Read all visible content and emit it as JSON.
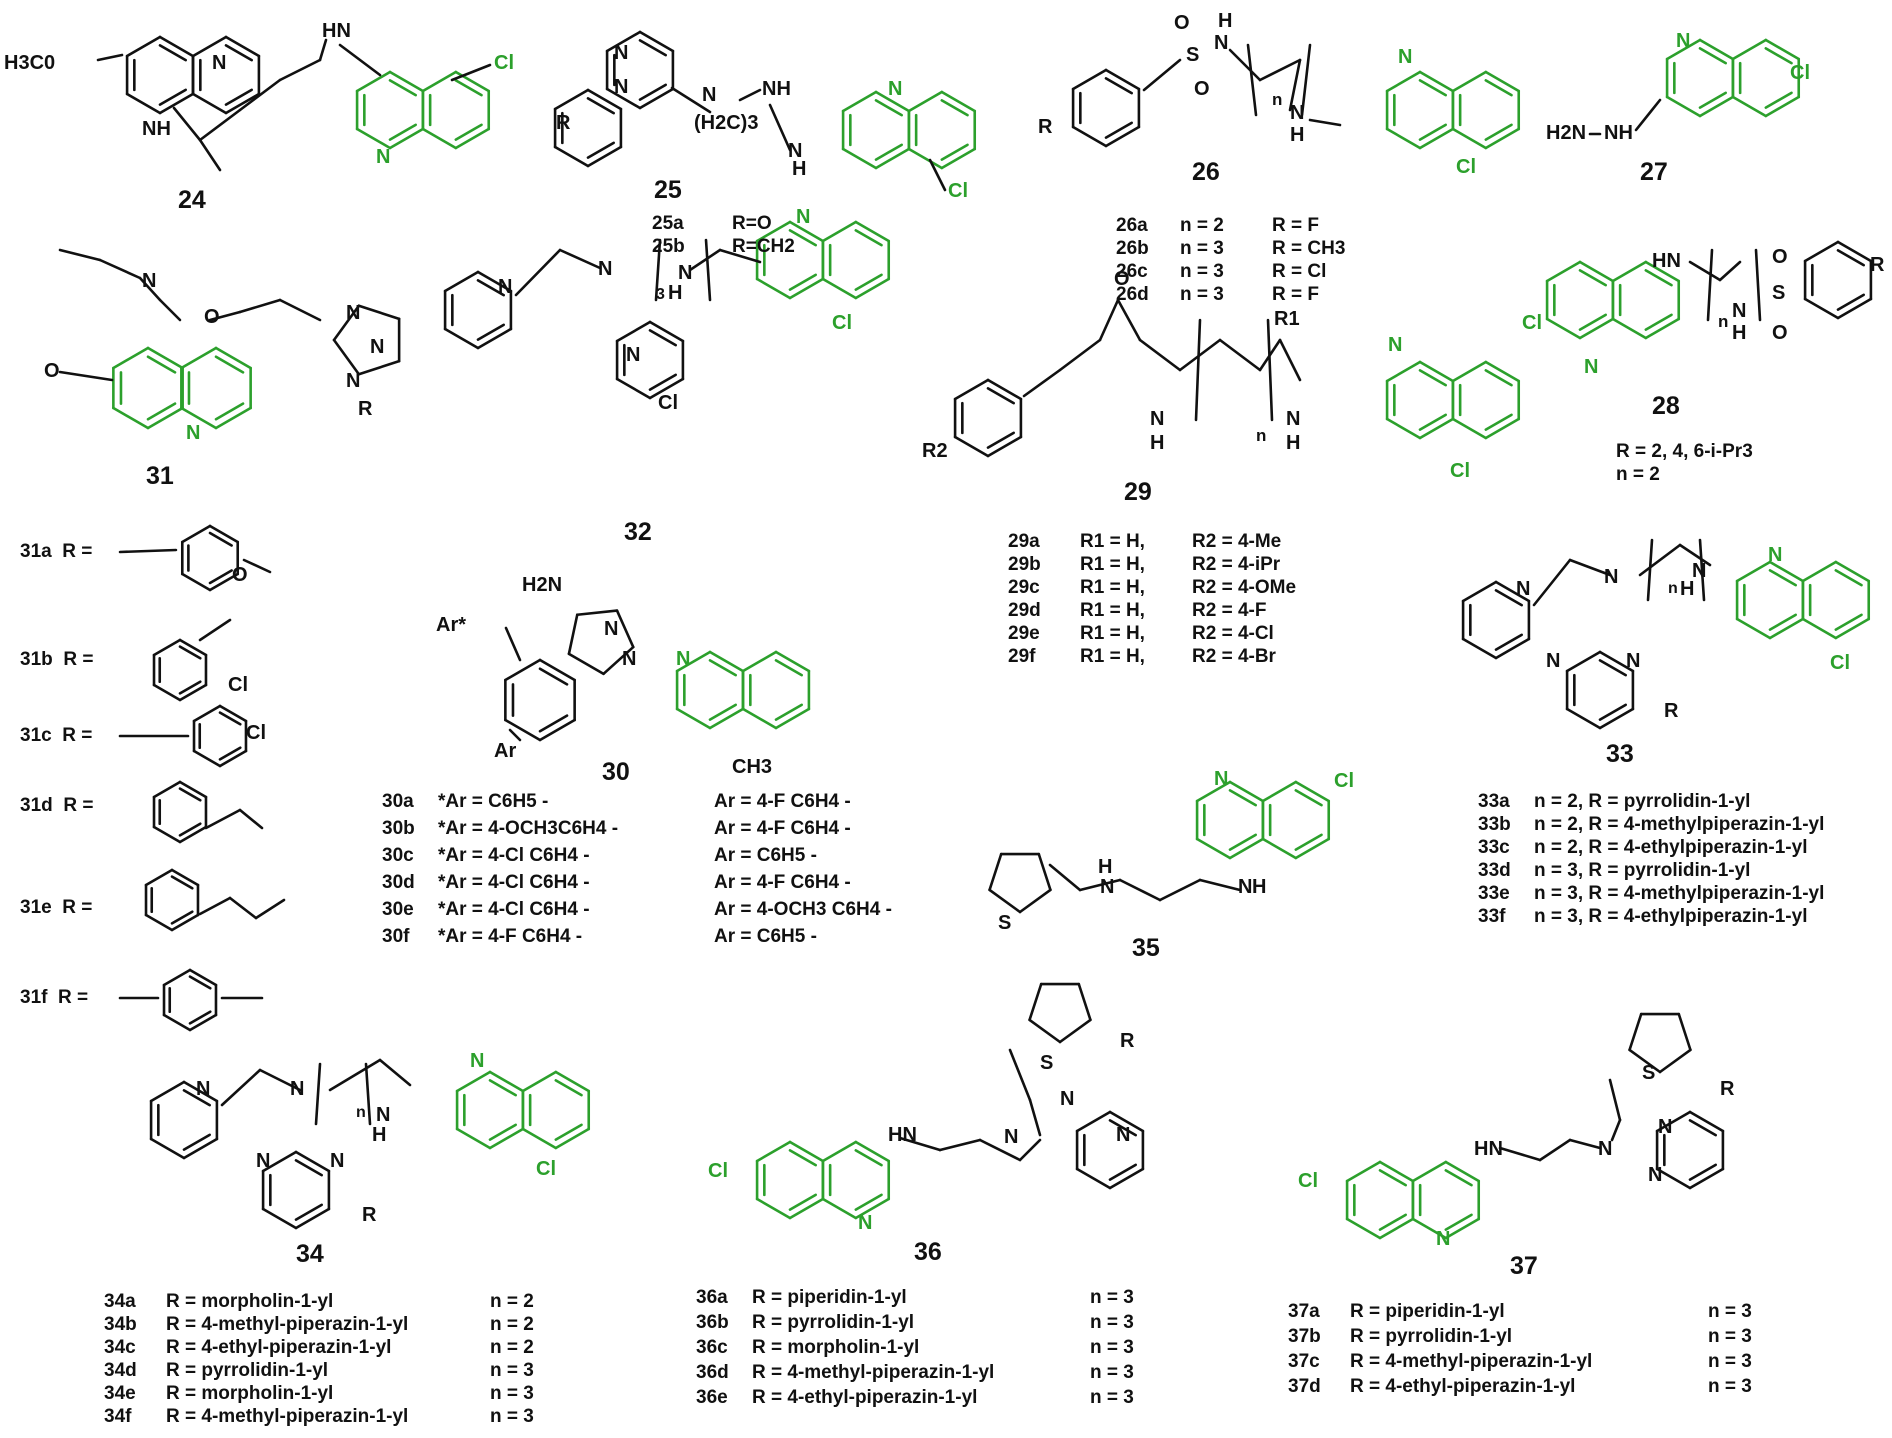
{
  "colors": {
    "ink": "#111111",
    "quinoline_highlight": "#2ca02c",
    "background": "#ffffff"
  },
  "compounds": {
    "c24": {
      "id": "24",
      "labels": [
        "H3C0",
        "N",
        "NH",
        "HN",
        "N",
        "Cl"
      ]
    },
    "c25": {
      "id": "25",
      "labels": [
        "N",
        "N",
        "N",
        "R",
        "NH",
        "(H2C)3",
        "N",
        "N",
        "H",
        "Cl"
      ]
    },
    "c26": {
      "id": "26",
      "labels": [
        "S",
        "O",
        "O",
        "H",
        "N",
        "R",
        "n",
        "N",
        "H",
        "N",
        "Cl"
      ]
    },
    "c27": {
      "id": "27",
      "labels": [
        "N",
        "H2N",
        "NH",
        "Cl"
      ]
    },
    "c28": {
      "id": "28",
      "labels": [
        "Cl",
        "HN",
        "n",
        "N",
        "H",
        "S",
        "O",
        "O",
        "R",
        "N"
      ]
    },
    "c29": {
      "id": "29",
      "labels": [
        "O",
        "R2",
        "N",
        "H",
        "n",
        "R1",
        "N",
        "H",
        "N",
        "Cl"
      ]
    },
    "c30": {
      "id": "30",
      "labels": [
        "H2N",
        "Ar*",
        "N",
        "N",
        "N",
        "Ar",
        "CH3"
      ]
    },
    "c31": {
      "id": "31",
      "labels": [
        "N",
        "O",
        "N",
        "N",
        "N",
        "R",
        "O",
        "N"
      ]
    },
    "c32": {
      "id": "32",
      "labels": [
        "N",
        "N",
        "3",
        "H",
        "N",
        "N",
        "N",
        "Cl",
        "Cl"
      ]
    },
    "c33": {
      "id": "33",
      "labels": [
        "N",
        "N",
        "n",
        "H",
        "N",
        "N",
        "N",
        "R",
        "N",
        "Cl"
      ]
    },
    "c34": {
      "id": "34",
      "labels": [
        "N",
        "N",
        "n",
        "N",
        "H",
        "N",
        "N",
        "N",
        "R",
        "Cl"
      ]
    },
    "c35": {
      "id": "35",
      "labels": [
        "S",
        "H",
        "N",
        "N",
        "H",
        "N",
        "Cl"
      ]
    },
    "c36": {
      "id": "36",
      "labels": [
        "S",
        "R",
        "N",
        "N",
        "HN",
        "N",
        "Cl",
        "N"
      ]
    },
    "c37": {
      "id": "37",
      "labels": [
        "S",
        "R",
        "N",
        "N",
        "HN",
        "N",
        "Cl",
        "N"
      ]
    }
  },
  "series": {
    "s25": [
      {
        "code": "25a",
        "sub": "R=O"
      },
      {
        "code": "25b",
        "sub": "R=CH2"
      }
    ],
    "s26": [
      {
        "code": "26a",
        "n": "n = 2",
        "r": "R = F"
      },
      {
        "code": "26b",
        "n": "n = 3",
        "r": "R = CH3"
      },
      {
        "code": "26c",
        "n": "n = 3",
        "r": "R = Cl"
      },
      {
        "code": "26d",
        "n": "n = 3",
        "r": "R = F"
      }
    ],
    "s28": [
      "R = 2, 4, 6-i-Pr3",
      "n  = 2"
    ],
    "s29": [
      {
        "code": "29a",
        "r1": "R1 = H,",
        "r2": "R2 = 4-Me"
      },
      {
        "code": "29b",
        "r1": "R1 = H,",
        "r2": "R2 = 4-iPr"
      },
      {
        "code": "29c",
        "r1": "R1 = H,",
        "r2": "R2 = 4-OMe"
      },
      {
        "code": "29d",
        "r1": "R1 = H,",
        "r2": "R2 = 4-F"
      },
      {
        "code": "29e",
        "r1": "R1 = H,",
        "r2": "R2 = 4-Cl"
      },
      {
        "code": "29f",
        "r1": "R1 = H,",
        "r2": "R2 = 4-Br"
      }
    ],
    "s30": [
      {
        "code": "30a",
        "a1": "*Ar = C6H5 -",
        "a2": "Ar = 4-F C6H4 -"
      },
      {
        "code": "30b",
        "a1": "*Ar = 4-OCH3C6H4 -",
        "a2": "Ar = 4-F C6H4 -"
      },
      {
        "code": "30c",
        "a1": "*Ar = 4-Cl C6H4 -",
        "a2": "Ar = C6H5 -"
      },
      {
        "code": "30d",
        "a1": "*Ar = 4-Cl C6H4 -",
        "a2": "Ar = 4-F C6H4 -"
      },
      {
        "code": "30e",
        "a1": "*Ar = 4-Cl C6H4 -",
        "a2": "Ar = 4-OCH3 C6H4 -"
      },
      {
        "code": "30f",
        "a1": "*Ar = 4-F C6H4 -",
        "a2": "Ar = C6H5 -"
      }
    ],
    "s31": [
      {
        "code": "31a",
        "eq": "R ="
      },
      {
        "code": "31b",
        "eq": "R =",
        "extra": "Cl"
      },
      {
        "code": "31c",
        "eq": "R =",
        "extra": "Cl"
      },
      {
        "code": "31d",
        "eq": "R ="
      },
      {
        "code": "31e",
        "eq": "R ="
      },
      {
        "code": "31f",
        "eq": "R ="
      }
    ],
    "s31_methoxy": "O",
    "s33": [
      {
        "code": "33a",
        "txt": "n = 2, R = pyrrolidin-1-yl"
      },
      {
        "code": "33b",
        "txt": "n = 2, R = 4-methylpiperazin-1-yl"
      },
      {
        "code": "33c",
        "txt": "n = 2, R = 4-ethylpiperazin-1-yl"
      },
      {
        "code": "33d",
        "txt": "n = 3, R = pyrrolidin-1-yl"
      },
      {
        "code": "33e",
        "txt": "n = 3, R = 4-methylpiperazin-1-yl"
      },
      {
        "code": "33f",
        "txt": "n = 3, R = 4-ethylpiperazin-1-yl"
      }
    ],
    "s34": [
      {
        "code": "34a",
        "r": "R = morpholin-1-yl",
        "n": "n = 2"
      },
      {
        "code": "34b",
        "r": "R = 4-methyl-piperazin-1-yl",
        "n": "n = 2"
      },
      {
        "code": "34c",
        "r": "R = 4-ethyl-piperazin-1-yl",
        "n": "n = 2"
      },
      {
        "code": "34d",
        "r": "R = pyrrolidin-1-yl",
        "n": "n = 3"
      },
      {
        "code": "34e",
        "r": "R = morpholin-1-yl",
        "n": "n = 3"
      },
      {
        "code": "34f",
        "r": "R = 4-methyl-piperazin-1-yl",
        "n": "n = 3"
      }
    ],
    "s36": [
      {
        "code": "36a",
        "r": "R = piperidin-1-yl",
        "n": "n = 3"
      },
      {
        "code": "36b",
        "r": "R = pyrrolidin-1-yl",
        "n": "n = 3"
      },
      {
        "code": "36c",
        "r": "R = morpholin-1-yl",
        "n": "n = 3"
      },
      {
        "code": "36d",
        "r": "R = 4-methyl-piperazin-1-yl",
        "n": "n = 3"
      },
      {
        "code": "36e",
        "r": "R = 4-ethyl-piperazin-1-yl",
        "n": "n = 3"
      }
    ],
    "s37": [
      {
        "code": "37a",
        "r": "R = piperidin-1-yl",
        "n": "n = 3"
      },
      {
        "code": "37b",
        "r": "R = pyrrolidin-1-yl",
        "n": "n = 3"
      },
      {
        "code": "37c",
        "r": "R = 4-methyl-piperazin-1-yl",
        "n": "n = 3"
      },
      {
        "code": "37d",
        "r": "R = 4-ethyl-piperazin-1-yl",
        "n": "n = 3"
      }
    ]
  }
}
